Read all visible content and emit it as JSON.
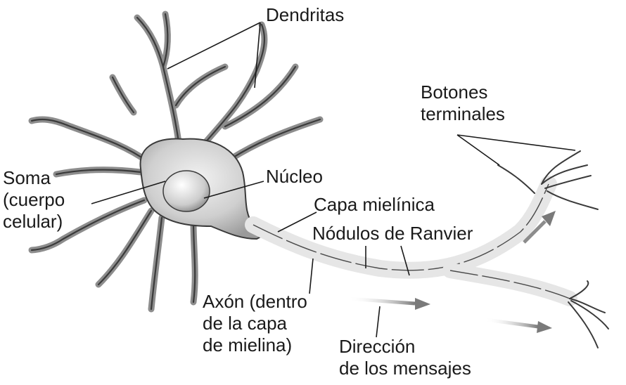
{
  "labels": {
    "dendritas": "Dendritas",
    "botones": [
      "Botones",
      "terminales"
    ],
    "soma": [
      "Soma",
      "(cuerpo",
      "celular)"
    ],
    "nucleo": "Núcleo",
    "capa": "Capa mielínica",
    "nodulos": "Nódulos de Ranvier",
    "axon": [
      "Axón (dentro",
      "de la capa",
      "de mielina)"
    ],
    "direccion": [
      "Dirección",
      "de los mensajes"
    ]
  },
  "colors": {
    "ink": "#1a1a1a",
    "cell_fill": "#d4d4d4",
    "cell_edge": "#3a3a3a",
    "myelin_fill": "#e6e6e6",
    "arrow": "#8c8c8c"
  }
}
